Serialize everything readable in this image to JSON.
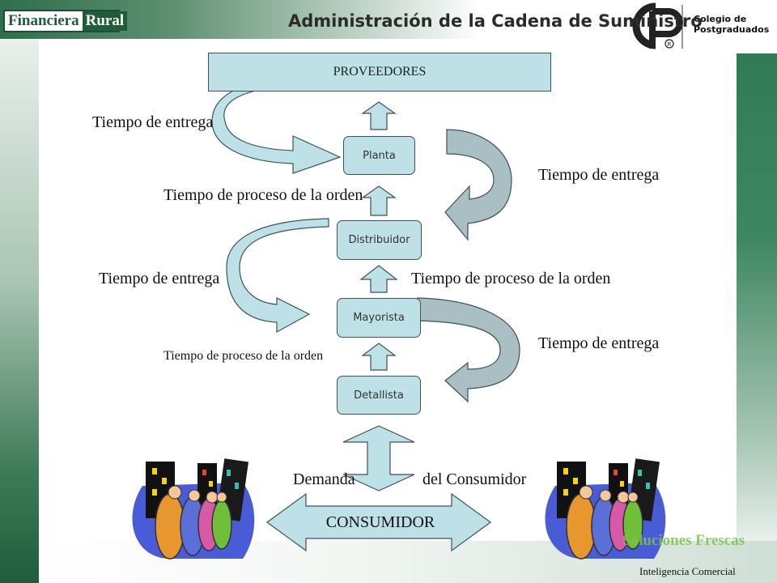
{
  "header": {
    "logo_left_part1": "Financiera",
    "logo_left_part2": "Rural",
    "title": "Administración de la Cadena de Suministro",
    "logo_right_text": "Colegio de\nPostgraduados"
  },
  "nodes": {
    "proveedores": "PROVEEDORES",
    "planta": "Planta",
    "distribuidor": "Distribuidor",
    "mayorista": "Mayorista",
    "detallista": "Detallista",
    "consumidor": "CONSUMIDOR"
  },
  "labels": {
    "entrega_1": "Tiempo de entrega",
    "entrega_2": "Tiempo de entrega",
    "proceso_1": "Tiempo de proceso de la orden",
    "entrega_3": "Tiempo de entrega",
    "proceso_2": "Tiempo de proceso de la orden",
    "entrega_4": "Tiempo de entrega",
    "proceso_3": "Tiempo de proceso de la orden",
    "demanda": "Demanda",
    "del_consumidor": "del Consumidor"
  },
  "footer": {
    "brand": "Soluciones Frescas",
    "tagline": "Inteligencia Comercial"
  },
  "colors": {
    "node_fill": "#bde1e6",
    "node_stroke": "#3e5257",
    "curve_fill": "#a9bfc4",
    "brand_green": "#1f5c3b",
    "accent_green": "#7cc24a"
  },
  "icons": [
    "city-crowd-illustration",
    "city-crowd-illustration",
    "cp-logo-icon"
  ]
}
